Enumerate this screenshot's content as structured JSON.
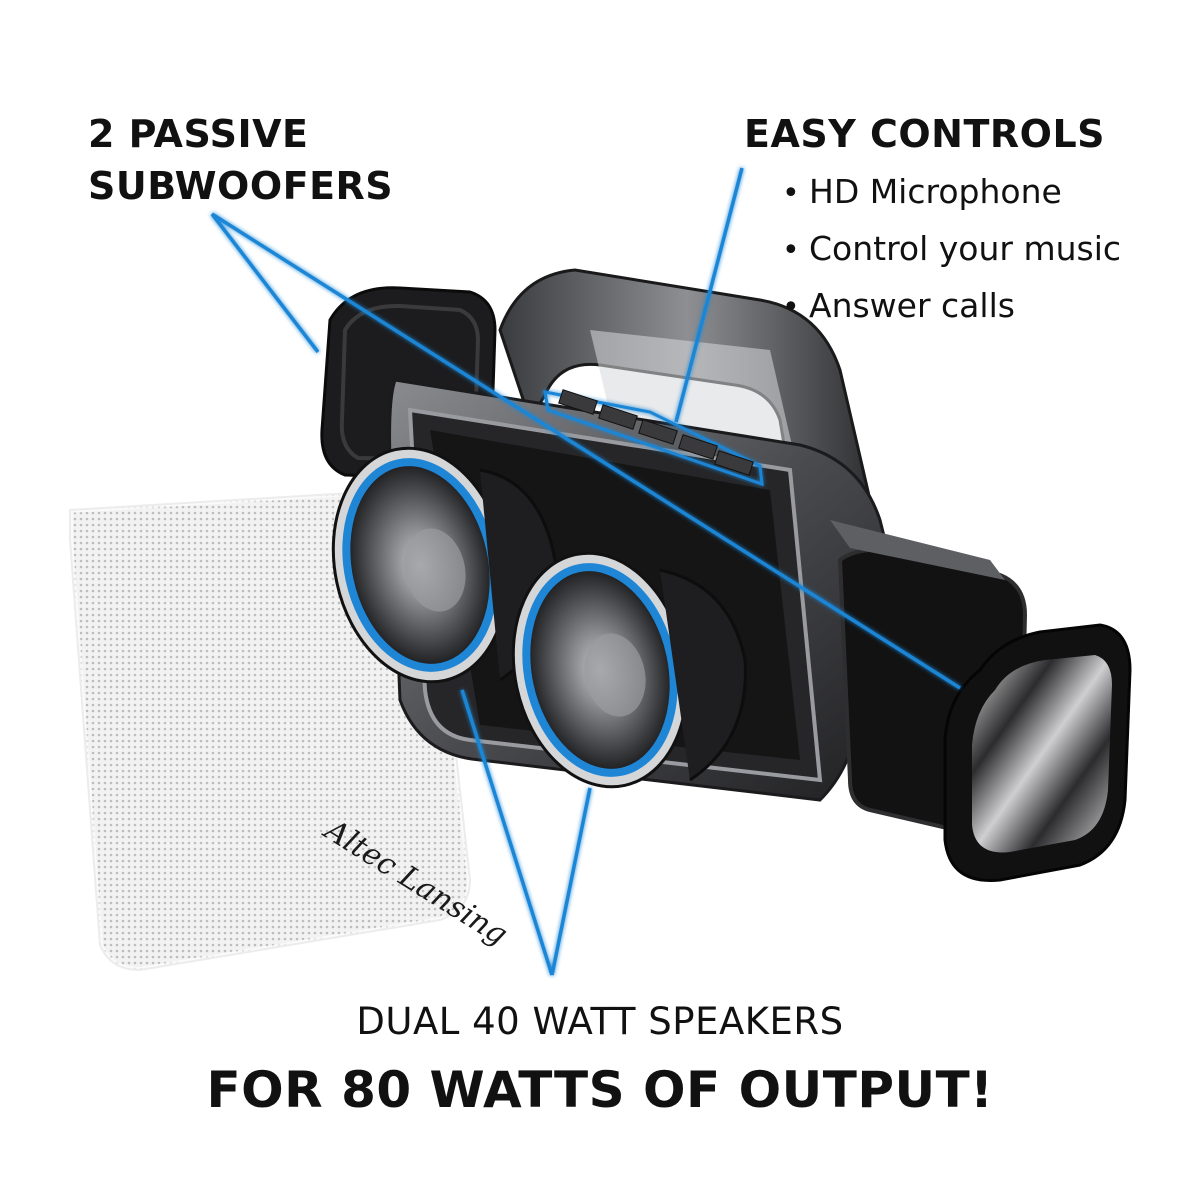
{
  "callouts": {
    "subwoofers": {
      "line1": "2 PASSIVE",
      "line2": "SUBWOOFERS"
    },
    "controls": {
      "title": "EASY CONTROLS",
      "items": [
        {
          "bullet": "•",
          "label": "HD Microphone"
        },
        {
          "bullet": "•",
          "label": "Control your music"
        },
        {
          "bullet": "•",
          "label": "Answer calls"
        }
      ]
    },
    "speakers": {
      "line1": "DUAL 40 WATT SPEAKERS",
      "line2": "FOR 80 WATTS OF OUTPUT!"
    }
  },
  "grille": {
    "brand_mark": "Altec Lansing"
  },
  "colors": {
    "accent_blue": "#1f86d6",
    "text": "#111111",
    "body_dark": "#2a2a2c",
    "body_mid": "#6e6f72",
    "grille": "#e9e9e9"
  }
}
